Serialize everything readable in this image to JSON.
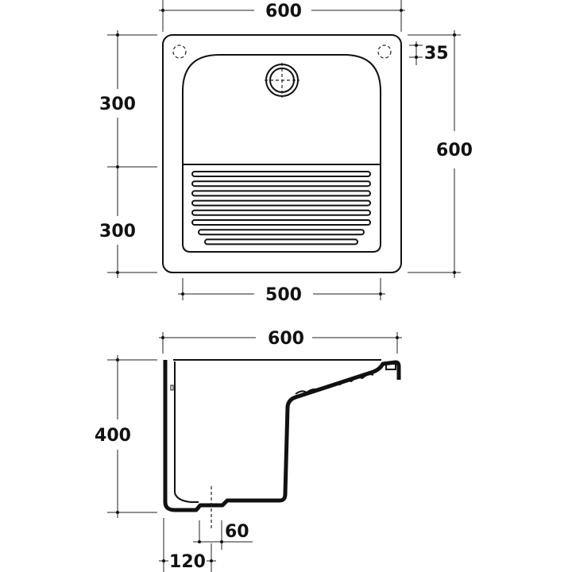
{
  "top_view": {
    "width_dim": "600",
    "depth_upper_dim": "300",
    "depth_lower_dim": "300",
    "depth_total_dim": "600",
    "hole_offset_dim": "35",
    "basin_width_dim": "500",
    "rib_count": 8
  },
  "side_view": {
    "width_dim": "600",
    "height_dim": "400",
    "drain_dim": "60",
    "drain_offset_dim": "120"
  },
  "colors": {
    "ink": "#111111",
    "background": "#ffffff"
  }
}
